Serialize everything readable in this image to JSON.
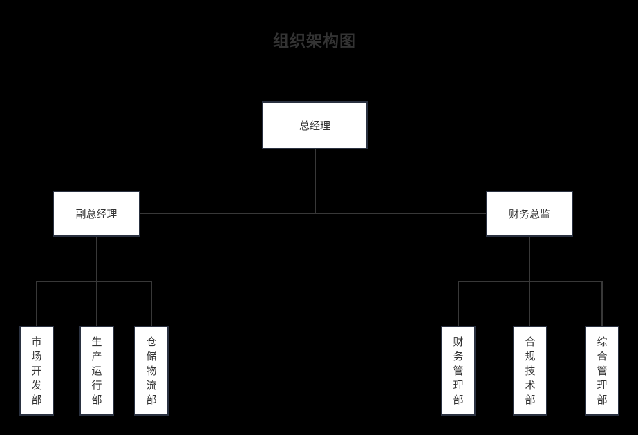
{
  "title": "组织架构图",
  "colors": {
    "background": "#000000",
    "node_fill": "#ffffff",
    "node_border": "#2a3140",
    "connector": "#383838",
    "node_text": "#333333",
    "title_text": "#333333"
  },
  "org": {
    "root": {
      "label": "总经理"
    },
    "managers": [
      {
        "label": "副总经理"
      },
      {
        "label": "财务总监"
      }
    ],
    "left_departments": [
      {
        "label": "市场开发部"
      },
      {
        "label": "生产运行部"
      },
      {
        "label": "仓储物流部"
      }
    ],
    "right_departments": [
      {
        "label": "财务管理部"
      },
      {
        "label": "合规技术部"
      },
      {
        "label": "综合管理部"
      }
    ]
  }
}
